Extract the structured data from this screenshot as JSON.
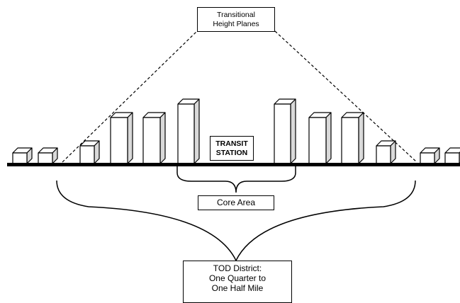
{
  "labels": {
    "transitional_planes": [
      "Transitional",
      "Height Planes"
    ],
    "transit_station": [
      "TRANSIT",
      "STATION"
    ],
    "core_area": "Core Area",
    "tod_district": [
      "TOD District:",
      "One Quarter to",
      "One Half Mile"
    ]
  },
  "colors": {
    "ink": "#000000",
    "face": "#ffffff",
    "side": "#d9d9d9"
  }
}
